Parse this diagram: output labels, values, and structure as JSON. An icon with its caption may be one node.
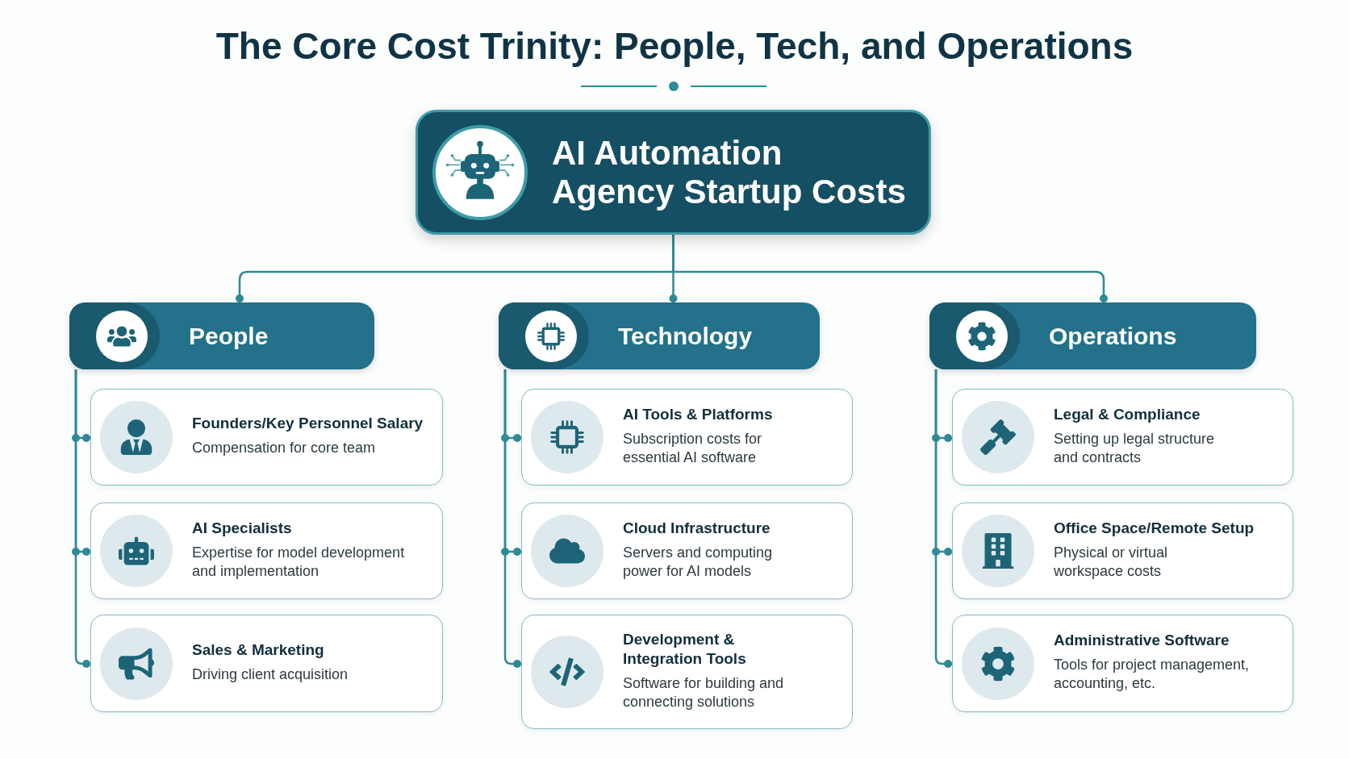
{
  "diagram": {
    "title": "The Core Cost Trinity: People, Tech, and Operations",
    "nodes": [
      {
        "text": [
          "AI Automation Agency Startup Costs"
        ]
      },
      {
        "text": [
          "People"
        ]
      },
      {
        "text": [
          "Technology"
        ]
      },
      {
        "text": [
          "Operations"
        ]
      },
      {
        "text": [
          "Founders/Key Personnel Salary",
          "Compensation for core team"
        ]
      },
      {
        "text": [
          "AI Specialists",
          "Expertise for model development and implementation"
        ]
      },
      {
        "text": [
          "Sales & Marketing",
          "Driving client acquisition"
        ]
      },
      {
        "text": [
          "AI Tools & Platforms",
          "Subscription costs for essential AI software"
        ]
      },
      {
        "text": [
          "Cloud Infrastructure",
          "Servers and computing power for AI models"
        ]
      },
      {
        "text": [
          "Development & Integration Tools",
          "Software for building and connecting solutions"
        ]
      },
      {
        "text": [
          "Legal & Compliance",
          "Setting up legal structure and contracts"
        ]
      },
      {
        "text": [
          "Office Space/Remote Setup",
          "Physical or virtual workspace costs"
        ]
      },
      {
        "text": [
          "Administrative Software",
          "Tools for project management, accounting, etc."
        ]
      }
    ],
    "edges": [
      {
        "from": 0,
        "to": 1,
        "arrow": "other"
      },
      {
        "from": 0,
        "to": 2,
        "arrow": "other"
      },
      {
        "from": 0,
        "to": 3,
        "arrow": "other"
      },
      {
        "from": 1,
        "to": 4,
        "arrow": "other"
      },
      {
        "from": 1,
        "to": 5,
        "arrow": "other"
      },
      {
        "from": 1,
        "to": 6,
        "arrow": "other"
      },
      {
        "from": 2,
        "to": 7,
        "arrow": "other"
      },
      {
        "from": 2,
        "to": 8,
        "arrow": "other"
      },
      {
        "from": 2,
        "to": 9,
        "arrow": "other"
      },
      {
        "from": 3,
        "to": 10,
        "arrow": "other"
      },
      {
        "from": 3,
        "to": 11,
        "arrow": "other"
      },
      {
        "from": 3,
        "to": 12,
        "arrow": "other"
      }
    ]
  }
}
